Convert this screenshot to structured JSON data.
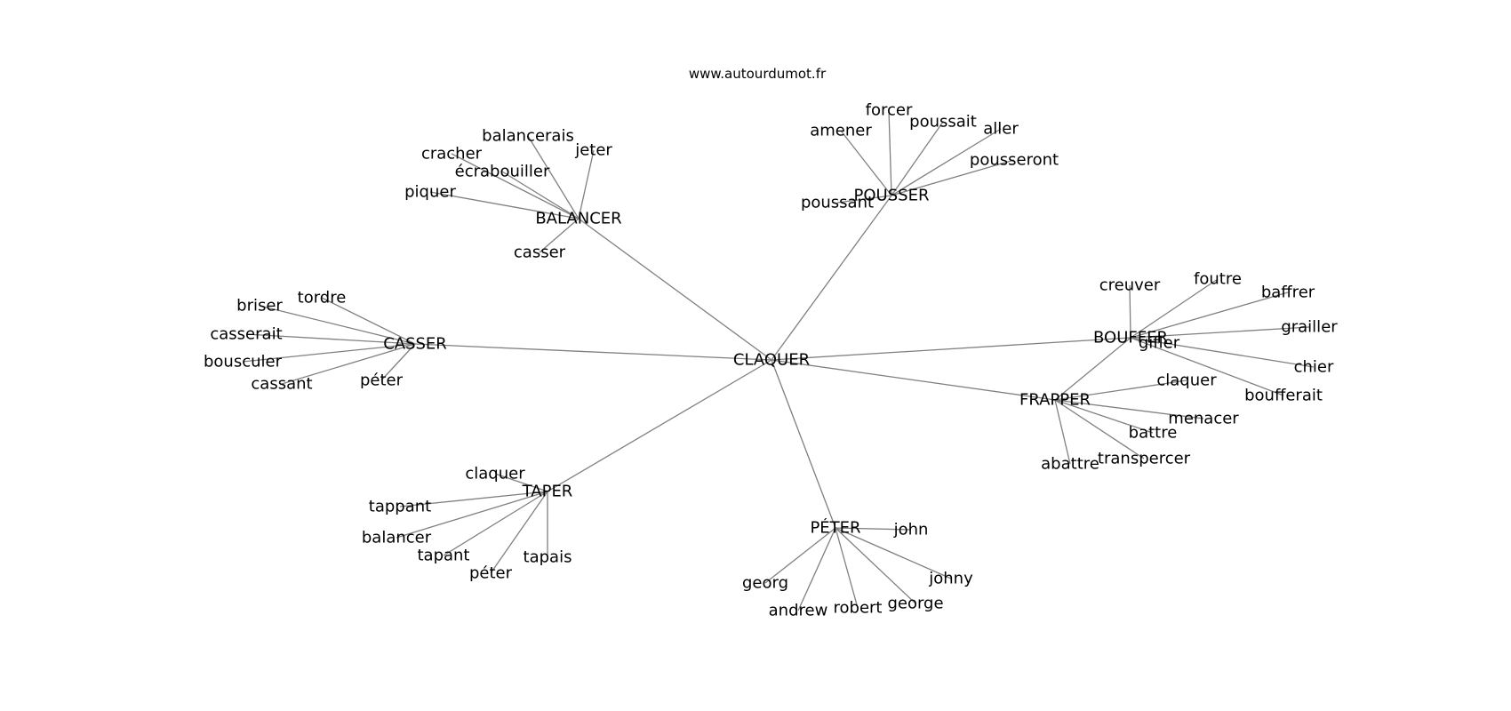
{
  "header": {
    "site": "www.autourdumot.fr"
  },
  "graph": {
    "nodes": [
      {
        "id": "claquer_main",
        "label": "CLAQUER"
      },
      {
        "id": "balancer_hub",
        "label": "BALANCER"
      },
      {
        "id": "pousser_hub",
        "label": "POUSSER"
      },
      {
        "id": "casser_hub",
        "label": "CASSER"
      },
      {
        "id": "taper_hub",
        "label": "TAPER"
      },
      {
        "id": "peter_hub",
        "label": "PÉTER"
      },
      {
        "id": "frapper_hub",
        "label": "FRAPPER"
      },
      {
        "id": "bouffer_hub",
        "label": "BOUFFER"
      },
      {
        "id": "balancerais",
        "label": "balancerais"
      },
      {
        "id": "jeter",
        "label": "jeter"
      },
      {
        "id": "cracher",
        "label": "cracher"
      },
      {
        "id": "ecrabouiller",
        "label": "écrabouiller"
      },
      {
        "id": "piquer",
        "label": "piquer"
      },
      {
        "id": "casser_leaf",
        "label": "casser"
      },
      {
        "id": "forcer",
        "label": "forcer"
      },
      {
        "id": "amener",
        "label": "amener"
      },
      {
        "id": "poussait",
        "label": "poussait"
      },
      {
        "id": "aller",
        "label": "aller"
      },
      {
        "id": "pousseront",
        "label": "pousseront"
      },
      {
        "id": "poussant",
        "label": "poussant"
      },
      {
        "id": "tordre",
        "label": "tordre"
      },
      {
        "id": "briser",
        "label": "briser"
      },
      {
        "id": "casserait",
        "label": "casserait"
      },
      {
        "id": "bousculer",
        "label": "bousculer"
      },
      {
        "id": "cassant",
        "label": "cassant"
      },
      {
        "id": "peter_casser",
        "label": "péter"
      },
      {
        "id": "claquer_taper",
        "label": "claquer"
      },
      {
        "id": "tappant",
        "label": "tappant"
      },
      {
        "id": "balancer_leaf",
        "label": "balancer"
      },
      {
        "id": "tapant",
        "label": "tapant"
      },
      {
        "id": "peter_taper",
        "label": "péter"
      },
      {
        "id": "tapais",
        "label": "tapais"
      },
      {
        "id": "john",
        "label": "john"
      },
      {
        "id": "georg",
        "label": "georg"
      },
      {
        "id": "andrew",
        "label": "andrew"
      },
      {
        "id": "robert",
        "label": "robert"
      },
      {
        "id": "george",
        "label": "george"
      },
      {
        "id": "johny",
        "label": "johny"
      },
      {
        "id": "claquer_frapper",
        "label": "claquer"
      },
      {
        "id": "menacer",
        "label": "menacer"
      },
      {
        "id": "battre",
        "label": "battre"
      },
      {
        "id": "transpercer",
        "label": "transpercer"
      },
      {
        "id": "abattre",
        "label": "abattre"
      },
      {
        "id": "creuver",
        "label": "creuver"
      },
      {
        "id": "foutre",
        "label": "foutre"
      },
      {
        "id": "baffrer",
        "label": "baffrer"
      },
      {
        "id": "grailler",
        "label": "grailler"
      },
      {
        "id": "chier",
        "label": "chier"
      },
      {
        "id": "bouffrait",
        "label": "boufferait"
      },
      {
        "id": "gifler",
        "label": "gifler"
      }
    ],
    "edges": [
      [
        "claquer_main",
        "balancer_hub"
      ],
      [
        "claquer_main",
        "pousser_hub"
      ],
      [
        "claquer_main",
        "casser_hub"
      ],
      [
        "claquer_main",
        "taper_hub"
      ],
      [
        "claquer_main",
        "peter_hub"
      ],
      [
        "claquer_main",
        "frapper_hub"
      ],
      [
        "claquer_main",
        "bouffer_hub"
      ],
      [
        "balancer_hub",
        "balancerais"
      ],
      [
        "balancer_hub",
        "jeter"
      ],
      [
        "balancer_hub",
        "cracher"
      ],
      [
        "balancer_hub",
        "ecrabouiller"
      ],
      [
        "balancer_hub",
        "piquer"
      ],
      [
        "balancer_hub",
        "casser_leaf"
      ],
      [
        "pousser_hub",
        "forcer"
      ],
      [
        "pousser_hub",
        "amener"
      ],
      [
        "pousser_hub",
        "poussait"
      ],
      [
        "pousser_hub",
        "aller"
      ],
      [
        "pousser_hub",
        "pousseront"
      ],
      [
        "pousser_hub",
        "poussant"
      ],
      [
        "casser_hub",
        "tordre"
      ],
      [
        "casser_hub",
        "briser"
      ],
      [
        "casser_hub",
        "casserait"
      ],
      [
        "casser_hub",
        "bousculer"
      ],
      [
        "casser_hub",
        "cassant"
      ],
      [
        "casser_hub",
        "peter_casser"
      ],
      [
        "taper_hub",
        "claquer_taper"
      ],
      [
        "taper_hub",
        "tappant"
      ],
      [
        "taper_hub",
        "balancer_leaf"
      ],
      [
        "taper_hub",
        "tapant"
      ],
      [
        "taper_hub",
        "peter_taper"
      ],
      [
        "taper_hub",
        "tapais"
      ],
      [
        "peter_hub",
        "john"
      ],
      [
        "peter_hub",
        "georg"
      ],
      [
        "peter_hub",
        "andrew"
      ],
      [
        "peter_hub",
        "robert"
      ],
      [
        "peter_hub",
        "george"
      ],
      [
        "peter_hub",
        "johny"
      ],
      [
        "frapper_hub",
        "bouffer_hub"
      ],
      [
        "frapper_hub",
        "claquer_frapper"
      ],
      [
        "frapper_hub",
        "menacer"
      ],
      [
        "frapper_hub",
        "battre"
      ],
      [
        "frapper_hub",
        "transpercer"
      ],
      [
        "frapper_hub",
        "abattre"
      ],
      [
        "bouffer_hub",
        "creuver"
      ],
      [
        "bouffer_hub",
        "foutre"
      ],
      [
        "bouffer_hub",
        "baffrer"
      ],
      [
        "bouffer_hub",
        "grailler"
      ],
      [
        "bouffer_hub",
        "chier"
      ],
      [
        "bouffer_hub",
        "bouffrait"
      ],
      [
        "bouffer_hub",
        "gifler"
      ]
    ]
  }
}
